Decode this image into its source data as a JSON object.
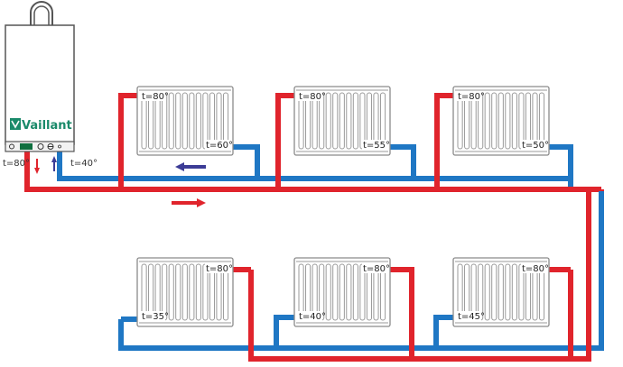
{
  "boiler": {
    "brand": "Vaillant",
    "supply_temp": "t=80°",
    "return_temp": "t=40°"
  },
  "colors": {
    "supply": "#e0242c",
    "return": "#1f77c4",
    "arrow_return": "#3c3c96",
    "radiator_stroke": "#8a8a8a",
    "brand_green": "#1a8a6a"
  },
  "radiators": {
    "top": [
      {
        "inlet": "t=80°",
        "outlet": "t=60°"
      },
      {
        "inlet": "t=80°",
        "outlet": "t=55°"
      },
      {
        "inlet": "t=80°",
        "outlet": "t=50°"
      }
    ],
    "bottom": [
      {
        "inlet": "t=80°",
        "outlet": "t=35°"
      },
      {
        "inlet": "t=80°",
        "outlet": "t=40°"
      },
      {
        "inlet": "t=80°",
        "outlet": "t=45°"
      }
    ]
  }
}
